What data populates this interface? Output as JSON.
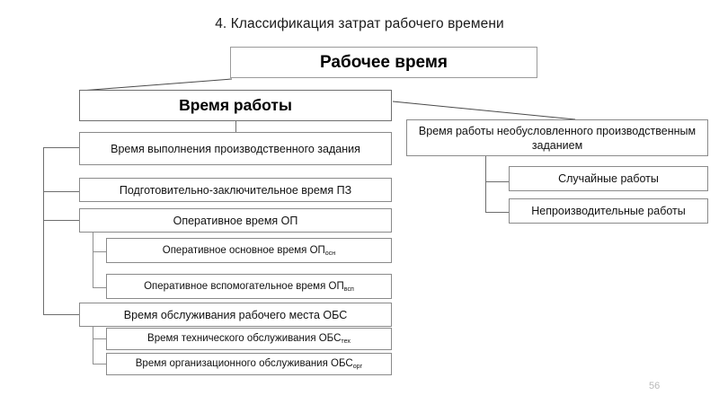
{
  "slide": {
    "title": "4. Классификация затрат рабочего времени",
    "page_number": "56",
    "colors": {
      "background": "#ffffff",
      "text": "#111111",
      "box_border": "#8a8a8a",
      "emphasis_border": "#6e6e6e",
      "connector": "#6e6e6e",
      "page_number": "#b9b9b9"
    }
  },
  "diagram": {
    "root": {
      "label": "Рабочее время"
    },
    "branch_left": {
      "label": "Время работы",
      "children": [
        {
          "label": "Время выполнения производственного задания"
        },
        {
          "label": "Подготовительно-заключительное время ПЗ"
        },
        {
          "label_main": "Оперативное время ОП",
          "children": [
            {
              "label_main": "Оперативное основное время ОП",
              "subscript": "осн"
            },
            {
              "label_main": "Оперативное вспомогательное время ОП",
              "subscript": "всп"
            }
          ]
        },
        {
          "label_main": "Время обслуживания рабочего места ОБС",
          "children": [
            {
              "label_main": "Время технического обслуживания ОБС",
              "subscript": "тех"
            },
            {
              "label_main": "Время организационного обслуживания ОБС",
              "subscript": "орг"
            }
          ]
        }
      ]
    },
    "branch_right": {
      "label": "Время работы необусловленного производственным заданием",
      "children": [
        {
          "label": "Случайные работы"
        },
        {
          "label": "Непроизводительные работы"
        }
      ]
    }
  }
}
